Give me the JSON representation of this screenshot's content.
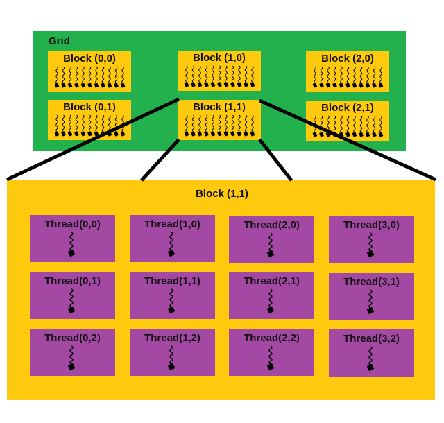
{
  "grid": {
    "label": "Grid",
    "blocks": [
      {
        "label": "Block (0,0)"
      },
      {
        "label": "Block (1,0)"
      },
      {
        "label": "Block (2,0)"
      },
      {
        "label": "Block (0,1)"
      },
      {
        "label": "Block (1,1)"
      },
      {
        "label": "Block (2,1)"
      }
    ]
  },
  "expanded_block": {
    "label": "Block (1,1)",
    "threads": [
      {
        "label": "Thread(0,0)"
      },
      {
        "label": "Thread(1,0)"
      },
      {
        "label": "Thread(2,0)"
      },
      {
        "label": "Thread(3,0)"
      },
      {
        "label": "Thread(0,1)"
      },
      {
        "label": "Thread(1,1)"
      },
      {
        "label": "Thread(2,1)"
      },
      {
        "label": "Thread(3,1)"
      },
      {
        "label": "Thread(0,2)"
      },
      {
        "label": "Thread(1,2)"
      },
      {
        "label": "Thread(2,2)"
      },
      {
        "label": "Thread(3,2)"
      }
    ]
  },
  "colors": {
    "grid": "#22b14c",
    "block": "#ffc90e",
    "thread": "#a349a4",
    "connector": "#000000"
  },
  "icons": {
    "thread_glyph": "squiggle-thread-icon"
  }
}
